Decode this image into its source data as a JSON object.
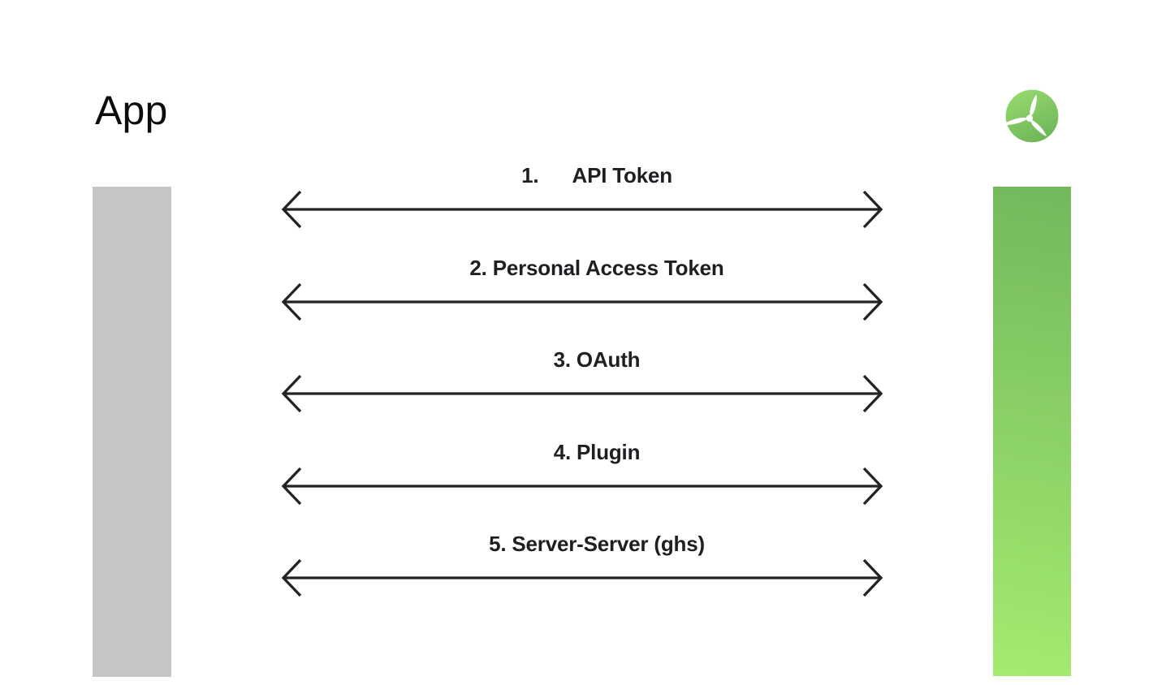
{
  "app": {
    "title": "App"
  },
  "service": {
    "logo": "propeller-logo"
  },
  "connections": [
    {
      "label": "1.      API Token"
    },
    {
      "label": "2. Personal Access Token"
    },
    {
      "label": "3. OAuth"
    },
    {
      "label": "4. Plugin"
    },
    {
      "label": "5. Server-Server (ghs)"
    }
  ],
  "colors": {
    "bar_gray": "#c5c5c5",
    "bar_green_top": "#73b85c",
    "bar_green_bottom": "#a3eb70",
    "logo_green_top": "#96d96e",
    "logo_green_bottom": "#6cb457",
    "arrow_color": "#232323",
    "text_color": "#1e1f22",
    "title_color": "#0d0d0d",
    "page_bg": "#ffffff"
  }
}
